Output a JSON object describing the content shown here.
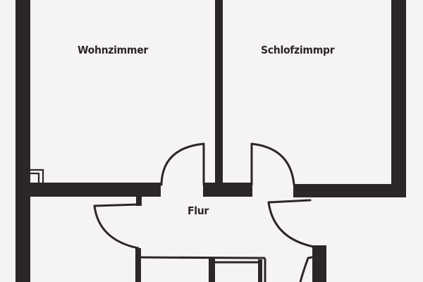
{
  "floor_plan": {
    "rooms": [
      {
        "id": "wohnzimmer",
        "label": "Wohnzimmer"
      },
      {
        "id": "schlafzimmer",
        "label": "Schlofzimmpr"
      },
      {
        "id": "flur",
        "label": "Flur"
      }
    ],
    "colors": {
      "wall": "#2b2729",
      "background": "#f5f3f3",
      "line": "#2b2729"
    }
  }
}
